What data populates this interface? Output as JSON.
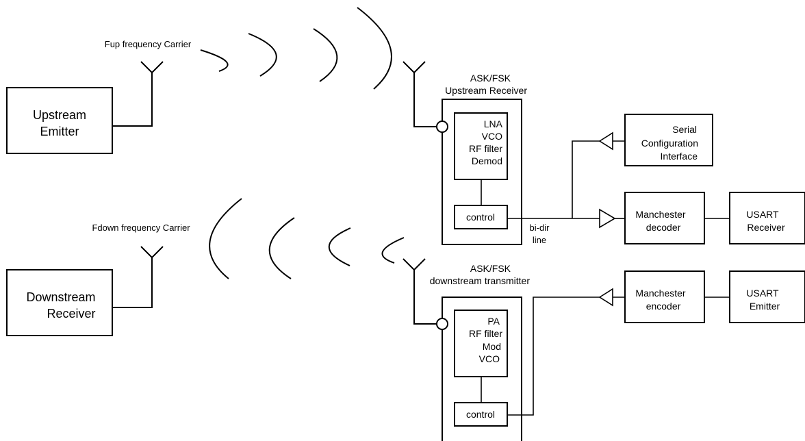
{
  "carriers": {
    "up": "Fup frequency Carrier",
    "down": "Fdown frequency Carrier"
  },
  "upstream_emitter": [
    "Upstream",
    "Emitter"
  ],
  "downstream_receiver": [
    "Downstream",
    "Receiver"
  ],
  "rx": {
    "title": [
      "ASK/FSK",
      "Upstream Receiver"
    ],
    "rf_block": [
      "LNA",
      "VCO",
      "RF filter",
      "Demod"
    ],
    "control": "control"
  },
  "tx": {
    "title": [
      "ASK/FSK",
      "downstream transmitter"
    ],
    "rf_block": [
      "PA",
      "RF filter",
      "Mod",
      "VCO"
    ],
    "control": "control"
  },
  "bidir_line": [
    "bi-dir",
    "line"
  ],
  "serial_config": [
    "Serial",
    "Configuration",
    "Interface"
  ],
  "manchester_decoder": [
    "Manchester",
    "decoder"
  ],
  "usart_receiver": [
    "USART",
    "Receiver"
  ],
  "manchester_encoder": [
    "Manchester",
    "encoder"
  ],
  "usart_emitter": [
    "USART",
    "Emitter"
  ]
}
